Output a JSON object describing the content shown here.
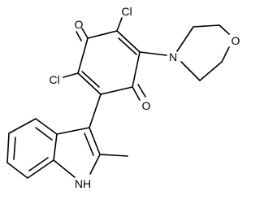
{
  "molecule": {
    "atoms": {
      "o_top": "O",
      "cl_top": "Cl",
      "cl_left": "Cl",
      "n_morpholine": "N",
      "o_morpholine": "O",
      "o_bottom": "O",
      "nh_indole": "NH"
    }
  }
}
